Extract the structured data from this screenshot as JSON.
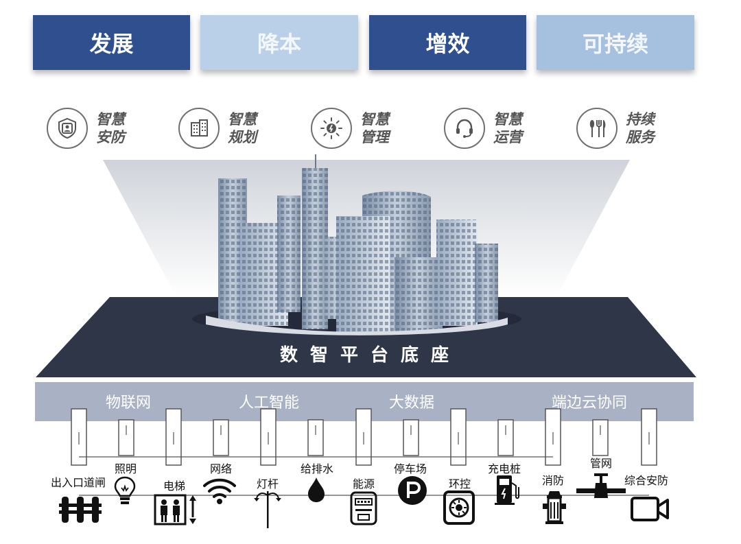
{
  "tabs": [
    {
      "label": "发展",
      "style": "dark"
    },
    {
      "label": "降本",
      "style": "light"
    },
    {
      "label": "增效",
      "style": "dark"
    },
    {
      "label": "可持续",
      "style": "mid"
    }
  ],
  "capabilities": [
    {
      "label": "智慧\n安防",
      "icon": "shield-user-icon"
    },
    {
      "label": "智慧\n规划",
      "icon": "building-icon"
    },
    {
      "label": "智慧\n管理",
      "icon": "sun-gear-icon"
    },
    {
      "label": "智慧\n运营",
      "icon": "headset-icon"
    },
    {
      "label": "持续\n服务",
      "icon": "fork-knife-icon"
    }
  ],
  "platform": {
    "title": "数智平台底座"
  },
  "tech_band": {
    "items": [
      "物联网",
      "人工智能",
      "大数据",
      "端边云协同"
    ]
  },
  "devices": [
    {
      "label": "出入口道闸",
      "icon": "barrier-gate-icon"
    },
    {
      "label": "照明",
      "icon": "lightbulb-icon"
    },
    {
      "label": "电梯",
      "icon": "elevator-icon"
    },
    {
      "label": "网络",
      "icon": "wifi-icon"
    },
    {
      "label": "灯杆",
      "icon": "street-lamp-icon"
    },
    {
      "label": "给排水",
      "icon": "water-drop-icon"
    },
    {
      "label": "能源",
      "icon": "energy-meter-icon"
    },
    {
      "label": "停车场",
      "icon": "parking-icon"
    },
    {
      "label": "环控",
      "icon": "environment-control-icon"
    },
    {
      "label": "充电桩",
      "icon": "charging-station-icon"
    },
    {
      "label": "消防",
      "icon": "fire-hydrant-icon"
    },
    {
      "label": "管网",
      "icon": "pipe-valve-icon"
    },
    {
      "label": "综合安防",
      "icon": "camera-icon"
    }
  ],
  "colors": {
    "tab_dark": "#2f4f8f",
    "tab_light": "#b9d0e8",
    "platform": "#2f3648",
    "band": "#a9b2c5"
  }
}
